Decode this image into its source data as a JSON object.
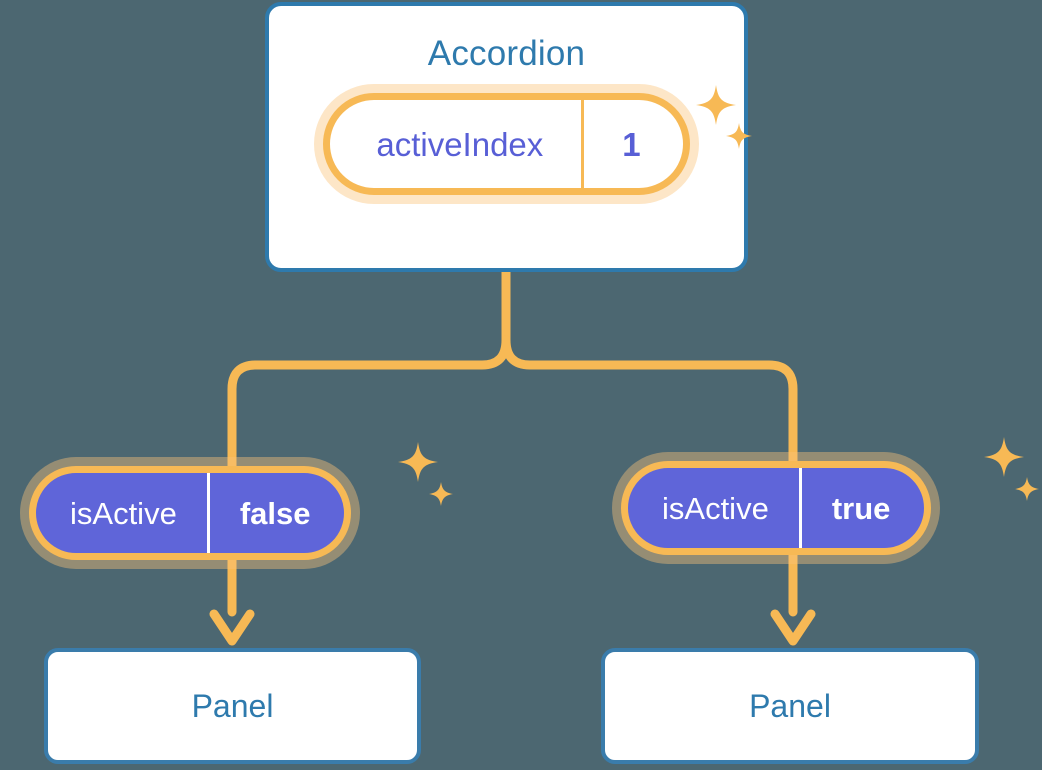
{
  "theme": {
    "background": "#4c6771",
    "card_border": "#2e7aad",
    "card_text": "#2e7aad",
    "accent_orange": "#f7b955",
    "accent_orange_glow": "#fac47a",
    "prop_purple": "#5f65d9",
    "prop_text_purple": "#585fd6",
    "panel_border": "#3a7cab",
    "white": "#ffffff"
  },
  "root": {
    "title": "Accordion",
    "prop": {
      "key": "activeIndex",
      "value": "1"
    }
  },
  "branches": [
    {
      "prop": {
        "key": "isActive",
        "value": "false"
      },
      "panel": {
        "title": "Panel"
      }
    },
    {
      "prop": {
        "key": "isActive",
        "value": "true"
      },
      "panel": {
        "title": "Panel"
      }
    }
  ],
  "decorations": {
    "sparkle_name": "sparkle-icon",
    "arrow_name": "arrow-down-icon",
    "connector_name": "tree-connector"
  }
}
